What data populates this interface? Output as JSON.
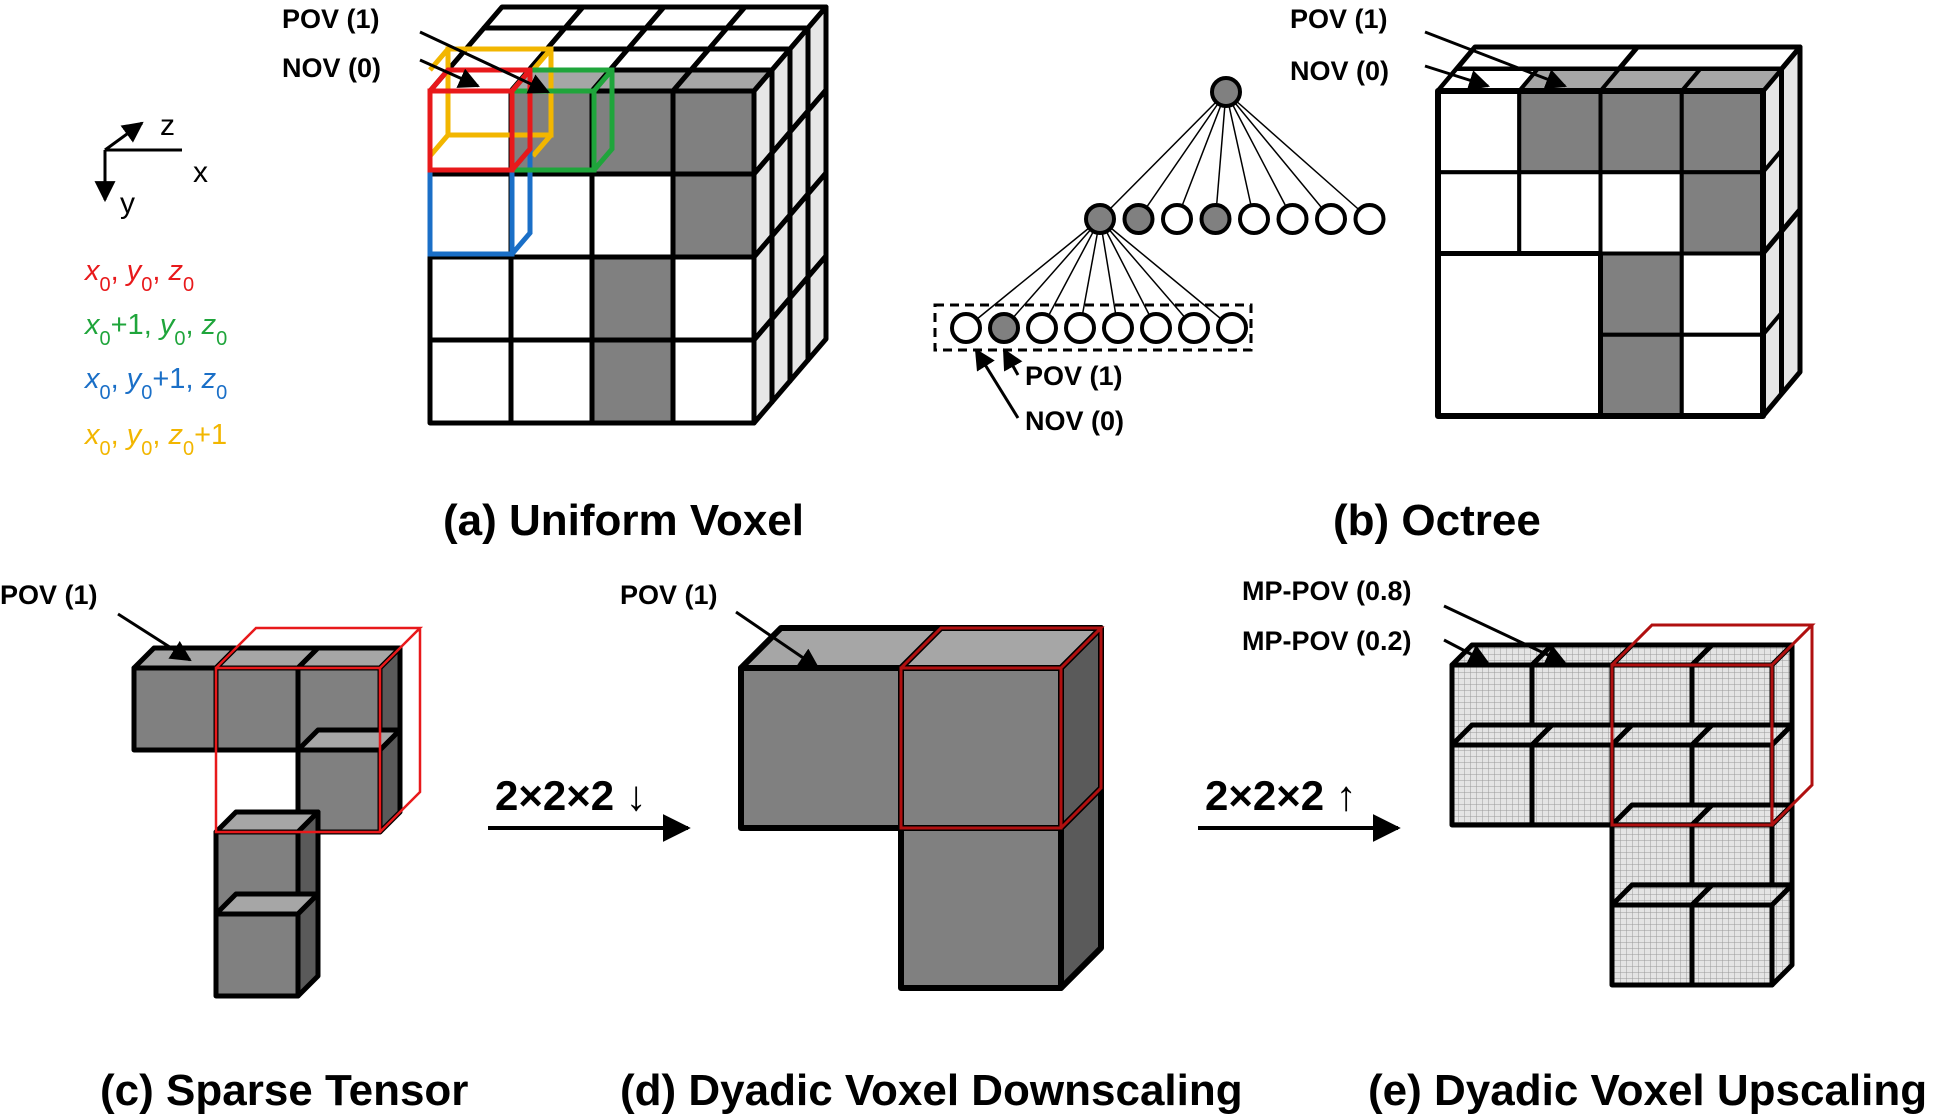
{
  "axes": {
    "z": "z",
    "x": "x",
    "y": "y"
  },
  "coordinates": [
    {
      "parts": [
        [
          "x",
          "0"
        ],
        [
          ", "
        ],
        [
          "y",
          "0"
        ],
        [
          ", "
        ],
        [
          "z",
          "0"
        ]
      ],
      "color": "#e8191b"
    },
    {
      "parts": [
        [
          "x",
          "0"
        ],
        [
          "+1, "
        ],
        [
          "y",
          "0"
        ],
        [
          ", "
        ],
        [
          "z",
          "0"
        ]
      ],
      "color": "#1fa53b"
    },
    {
      "parts": [
        [
          "x",
          "0"
        ],
        [
          ", "
        ],
        [
          "y",
          "0"
        ],
        [
          "+1, "
        ],
        [
          "z",
          "0"
        ]
      ],
      "color": "#1a6fc7"
    },
    {
      "parts": [
        [
          "x",
          "0"
        ],
        [
          ", "
        ],
        [
          "y",
          "0"
        ],
        [
          ", "
        ],
        [
          "z",
          "0"
        ],
        [
          "+1"
        ]
      ],
      "color": "#f2b600"
    }
  ],
  "labels": {
    "a_pov": "POV (1)",
    "a_nov": "NOV (0)",
    "tree_pov": "POV (1)",
    "tree_nov": "NOV (0)",
    "b_pov": "POV (1)",
    "b_nov": "NOV (0)",
    "c_pov": "POV (1)",
    "d_pov": "POV (1)",
    "e_mp08": "MP-POV (0.8)",
    "e_mp02": "MP-POV (0.2)",
    "down_op": "2×2×2 ↓",
    "up_op": "2×2×2 ↑"
  },
  "captions": {
    "a": "(a) Uniform Voxel",
    "b": "(b) Octree",
    "c": "(c) Sparse Tensor",
    "d": "(d) Dyadic Voxel Downscaling",
    "e": "(e) Dyadic Voxel Upscaling"
  },
  "tree": {
    "root_filled": true,
    "level1_filled": [
      true,
      true,
      false,
      true,
      false,
      false,
      false,
      false
    ],
    "level2_filled": [
      false,
      true,
      false,
      false,
      false,
      false,
      false,
      false
    ]
  },
  "colors": {
    "occupied": "#808080",
    "occupied_top": "#a6a6a6",
    "occupied_side": "#5a5a5a",
    "empty": "#ffffff",
    "side": "#e6e6e6",
    "highlight": "#e8191b",
    "dark_red": "#b01010"
  }
}
